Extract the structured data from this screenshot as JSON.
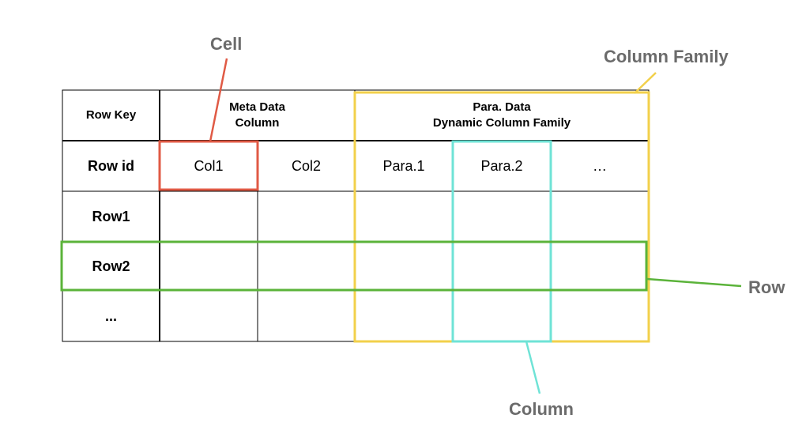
{
  "table": {
    "header": {
      "row_key": "Row Key",
      "meta_line1": "Meta Data",
      "meta_line2": "Column",
      "para_line1": "Para. Data",
      "para_line2": "Dynamic Column Family"
    },
    "column_row": {
      "label": "Row id",
      "cols": [
        "Col1",
        "Col2",
        "Para.1",
        "Para.2",
        "…"
      ]
    },
    "rows": [
      "Row1",
      "Row2",
      "..."
    ]
  },
  "callouts": {
    "cell": "Cell",
    "column_family": "Column Family",
    "row": "Row",
    "column": "Column"
  },
  "colors": {
    "cell_highlight": "#e05a45",
    "column_family_highlight": "#f2d04b",
    "row_highlight": "#5bb33a",
    "column_highlight": "#6fe3d6",
    "callout_text": "#6b6b6b"
  }
}
